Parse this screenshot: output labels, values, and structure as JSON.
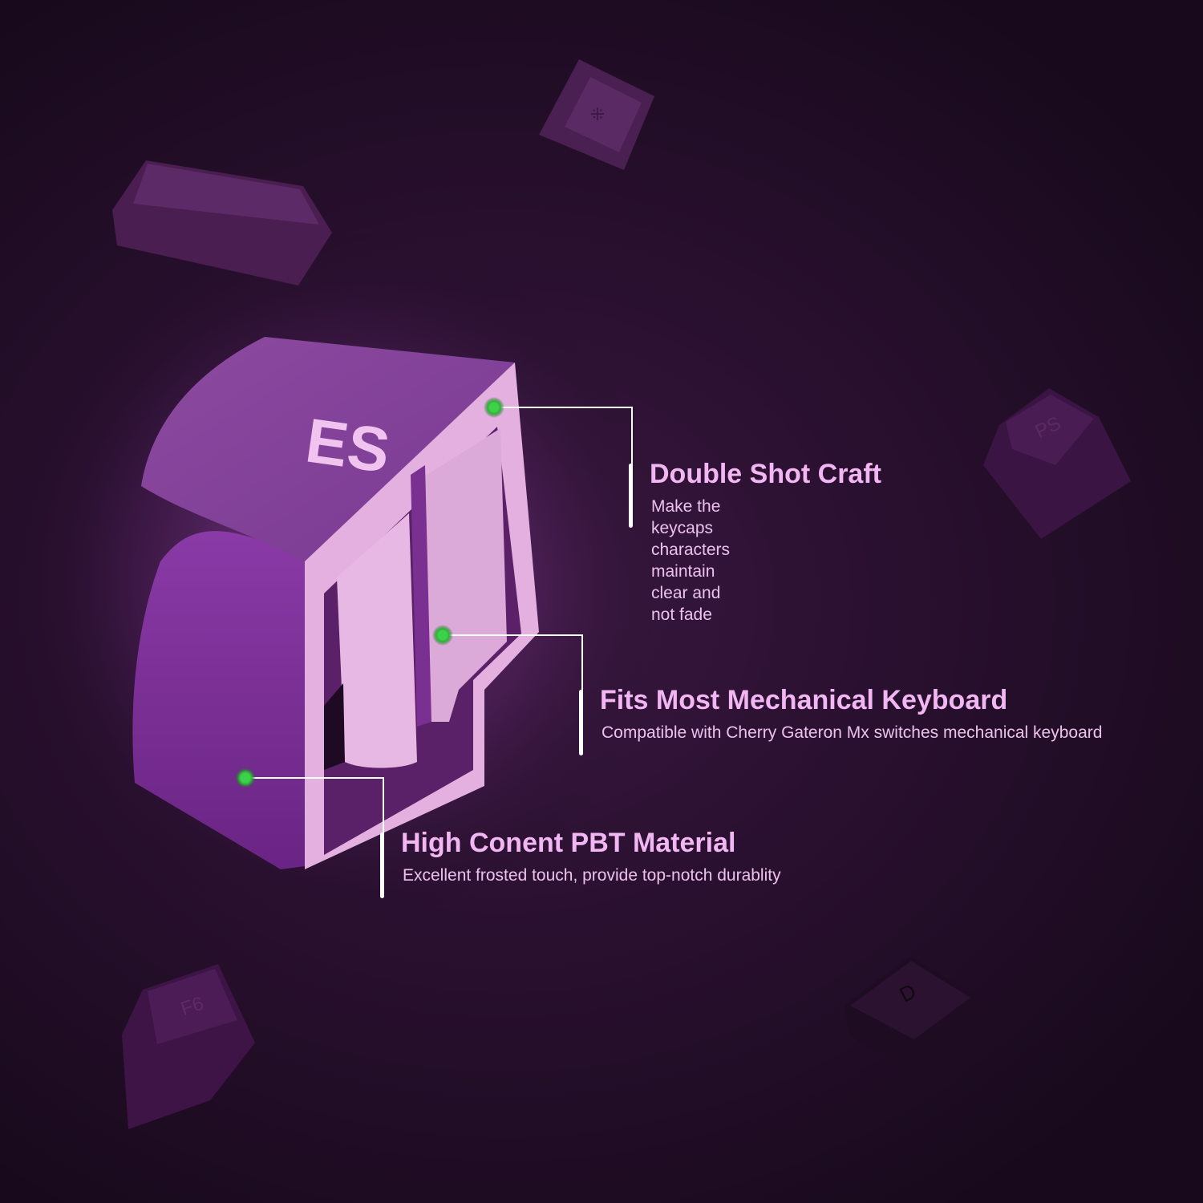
{
  "colors": {
    "accent_text": "#f2b6f2",
    "desc_text": "#ecc2ec",
    "indicator_dot": "#3cd24a",
    "leader_line": "#ffffff",
    "keycap_main": "#7a2e8e",
    "keycap_inner": "#e4b0e0"
  },
  "keycap": {
    "legend": "ES"
  },
  "features": [
    {
      "title": "Double Shot Craft",
      "description_line1": "Make the keycaps characters maintain",
      "description_line2": "clear and not fade"
    },
    {
      "title": "Fits Most Mechanical Keyboard",
      "description_line1": "Compatible with Cherry Gateron Mx switches mechanical keyboard"
    },
    {
      "title": "High Conent PBT Material",
      "description_line1": "Excellent frosted touch, provide top-notch durablity"
    }
  ],
  "floating_keycaps": [
    {
      "legend": "PS"
    },
    {
      "legend": "F6"
    },
    {
      "legend": "D"
    }
  ]
}
